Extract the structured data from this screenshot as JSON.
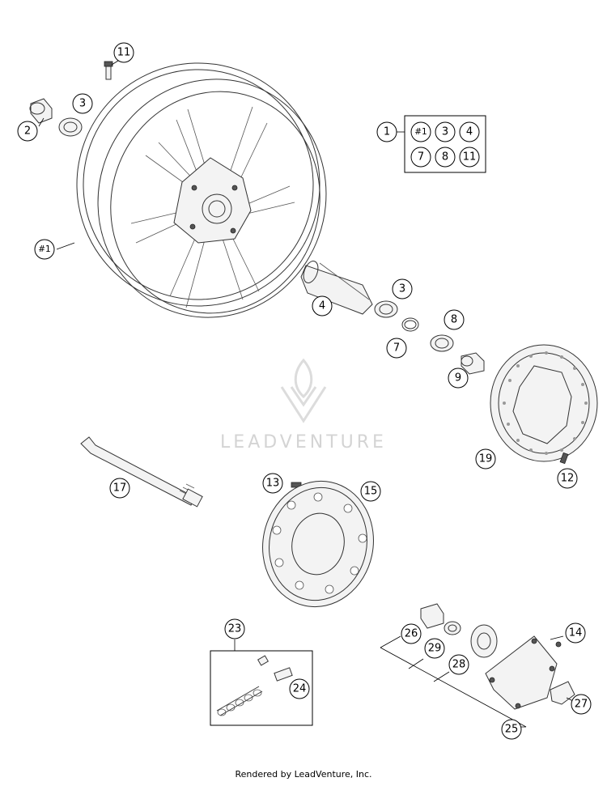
{
  "callouts": {
    "c11a": "11",
    "c3a": "3",
    "c2": "2",
    "c1": "1",
    "kit_h1": "#1",
    "kit_3": "3",
    "kit_4": "4",
    "kit_7": "7",
    "kit_8": "8",
    "kit_11": "11",
    "c_h1": "#1",
    "c4": "4",
    "c3b": "3",
    "c7": "7",
    "c8": "8",
    "c9": "9",
    "c17": "17",
    "c13": "13",
    "c15": "15",
    "c19": "19",
    "c12": "12",
    "c23": "23",
    "c24": "24",
    "c26": "26",
    "c29": "29",
    "c28": "28",
    "c14": "14",
    "c27": "27",
    "c25": "25"
  },
  "watermark": {
    "brand": "LEADVENTURE"
  },
  "footer": {
    "text": "Rendered by LeadVenture, Inc."
  }
}
